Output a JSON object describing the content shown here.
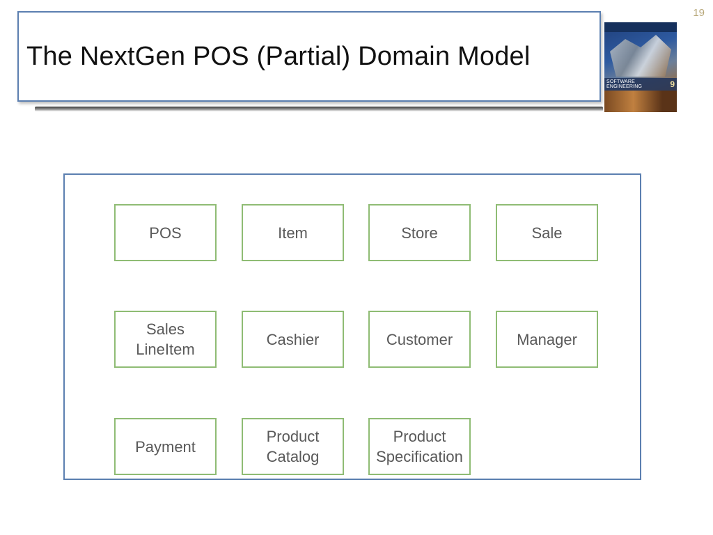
{
  "slide_number": "19",
  "title": "The NextGen POS (Partial) Domain Model",
  "book_cover": {
    "band_text": "SOFTWARE ENGINEERING",
    "band_number": "9"
  },
  "concepts": [
    "POS",
    "Item",
    "Store",
    "Sale",
    "Sales\nLineItem",
    "Cashier",
    "Customer",
    "Manager",
    "Payment",
    "Product\nCatalog",
    "Product\nSpecification"
  ],
  "colors": {
    "frame_border": "#5b7fb0",
    "concept_border": "#8fbc74",
    "concept_text": "#595959",
    "slide_number": "#b8a87a"
  }
}
